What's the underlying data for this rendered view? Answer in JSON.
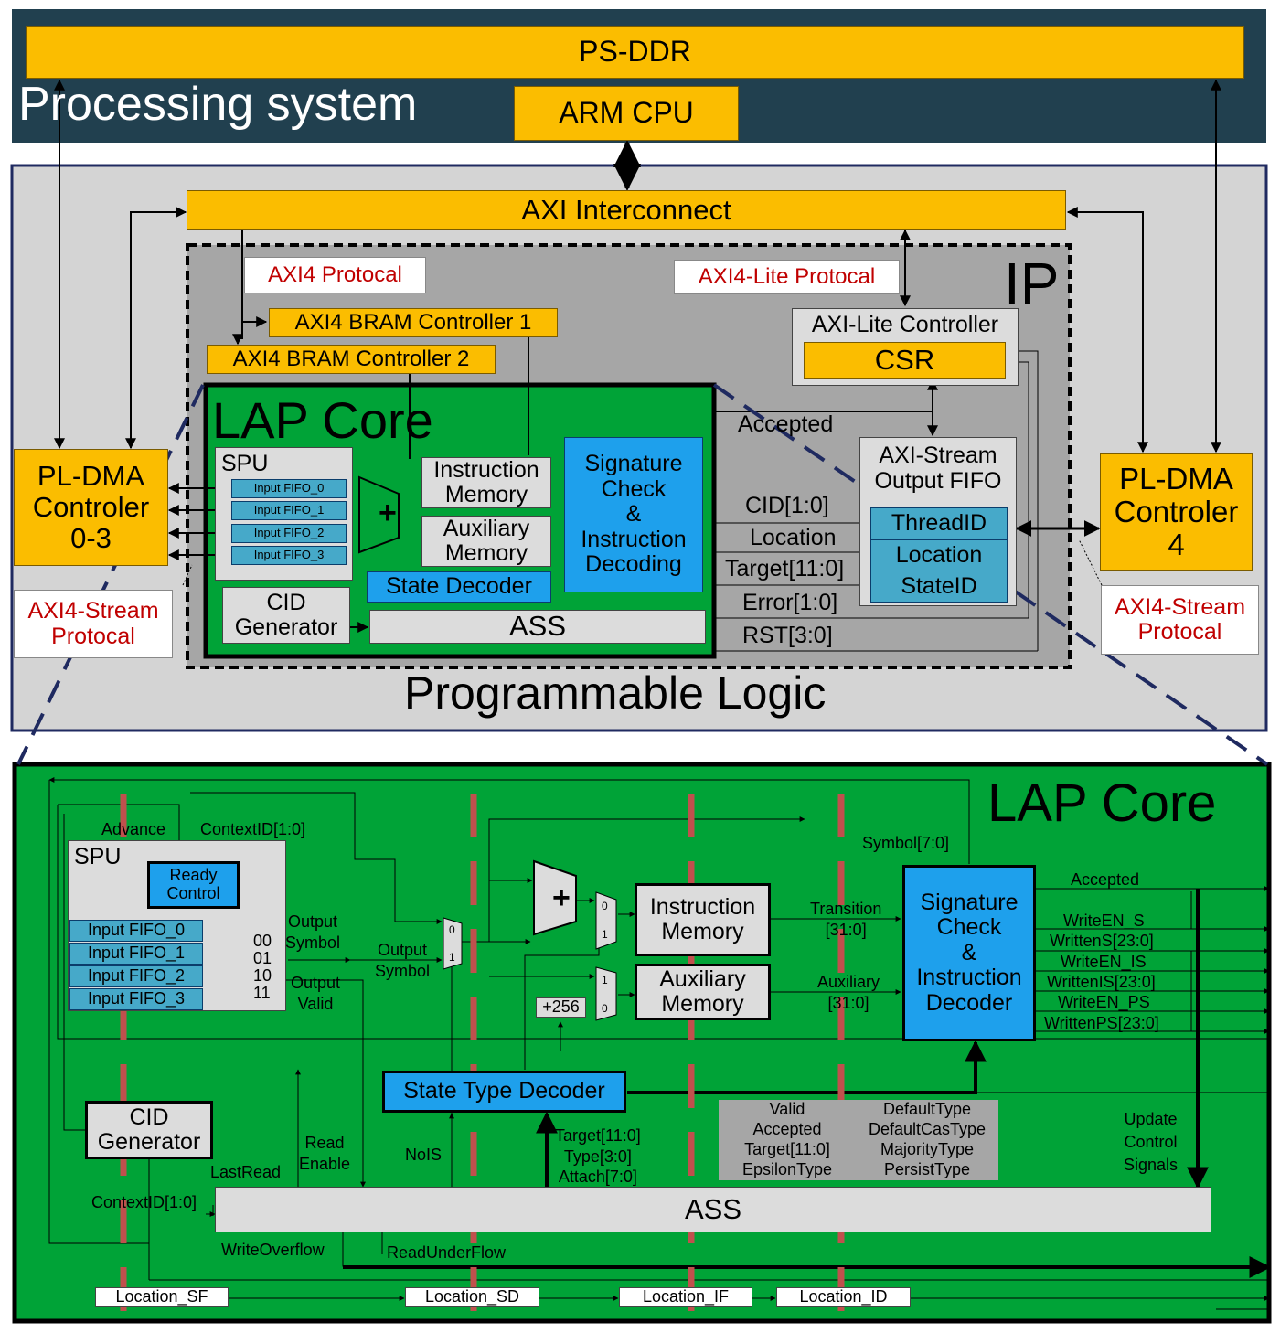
{
  "top": {
    "ps_ddr": "PS-DDR",
    "processing_system": "Processing system",
    "arm_cpu": "ARM CPU",
    "axi_interconnect": "AXI Interconnect",
    "ip": "IP",
    "axi4_protocal": "AXI4 Protocal",
    "axi4_lite_protocal": "AXI4-Lite Protocal",
    "bram_ctrl_1": "AXI4 BRAM Controller 1",
    "bram_ctrl_2": "AXI4 BRAM Controller 2",
    "axi_lite_controller": "AXI-Lite Controller",
    "csr": "CSR",
    "lap_core": "LAP Core",
    "spu": "SPU",
    "input_fifos": [
      "Input FIFO_0",
      "Input FIFO_1",
      "Input FIFO_2",
      "Input FIFO_3"
    ],
    "instruction_memory": "Instruction\nMemory",
    "auxiliary_memory": "Auxiliary\nMemory",
    "sig_check": "Signature\nCheck\n&\nInstruction\nDecoding",
    "state_decoder": "State Decoder",
    "cid_generator": "CID\nGenerator",
    "ass": "ASS",
    "accepted": "Accepted",
    "cid": "CID[1:0]",
    "location": "Location",
    "target": "Target[11:0]",
    "error": "Error[1:0]",
    "rst": "RST[3:0]",
    "axis_output_fifo": "AXI-Stream\nOutput FIFO",
    "fifo_fields": [
      "ThreadID",
      "Location",
      "StateID"
    ],
    "pl_dma_left": "PL-DMA\nControler\n0-3",
    "pl_dma_right": "PL-DMA\nControler\n4",
    "axis_protocal_left": "AXI4-Stream\nProtocal",
    "axis_protocal_right": "AXI4-Stream\nProtocal",
    "programmable_logic": "Programmable Logic",
    "plus": "+"
  },
  "bottom": {
    "lap_core": "LAP Core",
    "advance": "Advance",
    "context_id": "ContextID[1:0]",
    "spu": "SPU",
    "ready_control": "Ready\nControl",
    "input_fifos": [
      "Input FIFO_0",
      "Input FIFO_1",
      "Input FIFO_2",
      "Input FIFO_3"
    ],
    "mux_sel": [
      "00",
      "01",
      "10",
      "11"
    ],
    "output_symbol": "Output\nSymbol",
    "output_valid": "Output\nValid",
    "output_symbol2": "Output\nSymbol",
    "mux01": [
      "0",
      "1"
    ],
    "mux10": [
      "1",
      "0"
    ],
    "plus": "+",
    "plus256": "+256",
    "instruction_memory": "Instruction\nMemory",
    "auxiliary_memory": "Auxiliary\nMemory",
    "transition": "Transition\n[31:0]",
    "auxiliary": "Auxiliary\n[31:0]",
    "symbol": "Symbol[7:0]",
    "sig_check": "Signature\nCheck\n&\nInstruction\nDecoder",
    "outputs": [
      "Accepted",
      "WriteEN_S",
      "WrittenS[23:0]",
      "WriteEN_IS",
      "WrittenIS[23:0]",
      "WriteEN_PS",
      "WrittenPS[23:0]"
    ],
    "state_type_decoder": "State Type Decoder",
    "cid_generator": "CID\nGenerator",
    "read_enable": "Read\nEnable",
    "last_read": "LastRead",
    "nois": "NoIS",
    "target_type_attach": "Target[11:0]\nType[3:0]\nAttach[7:0]",
    "signals_left": "Valid\nAccepted\nTarget[11:0]\nEpsilonType",
    "signals_right": "DefaultType\nDefaultCasType\nMajorityType\nPersistType",
    "update_control": "Update\nControl\nSignals",
    "context_id2": "ContextID[1:0]",
    "ass": "ASS",
    "write_overflow": "WriteOverflow",
    "read_underflow": "ReadUnderFlow",
    "locations": [
      "Location_SF",
      "Location_SD",
      "Location_IF",
      "Location_ID"
    ]
  },
  "colors": {
    "ps_bg": "#21404f",
    "pl_bg": "#d4d4d4",
    "ip_bg": "#a6a6a6",
    "core_green": "#00a337",
    "yellow": "#fbbd00",
    "blue": "#1ea0ec",
    "red_text": "#c00000",
    "pipeline_red": "#c0504d",
    "navy": "#1f2a60"
  }
}
